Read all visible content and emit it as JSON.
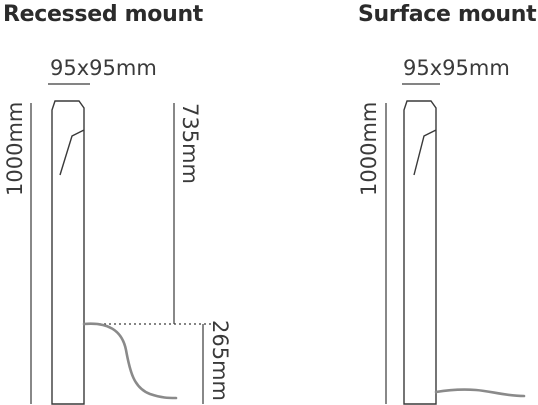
{
  "panels": {
    "recessed": {
      "title": "Recessed mount",
      "width_label": "95x95mm",
      "height_label": "1000mm",
      "above_ground_label": "735mm",
      "below_ground_label": "265mm"
    },
    "surface": {
      "title": "Surface mount",
      "width_label": "95x95mm",
      "height_label": "1000mm"
    }
  },
  "colors": {
    "outline": "#3a3a3a",
    "cable": "#8a8a8a",
    "text": "#2b2b2b"
  }
}
